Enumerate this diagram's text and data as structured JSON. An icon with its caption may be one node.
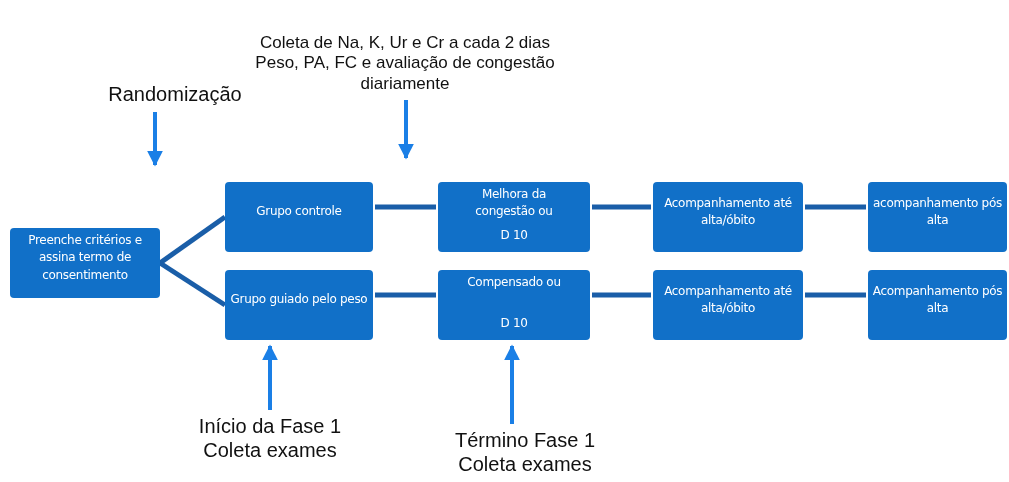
{
  "diagram": {
    "nodes": [
      {
        "text": [
          "Coleta de Na, K, Ur e Cr a cada 2 dias",
          "Peso, PA, FC e avaliação de congestão diariamente"
        ]
      },
      {
        "text": [
          "Randomização"
        ]
      },
      {
        "text": [
          "Preenche critérios e assina termo de consentimento"
        ]
      },
      {
        "text": [
          "Grupo controle"
        ]
      },
      {
        "text": [
          "Melhora da congestão ou",
          "D 10"
        ]
      },
      {
        "text": [
          "Acompanhamento até alta/óbito"
        ]
      },
      {
        "text": [
          "acompanhamento pós alta"
        ]
      },
      {
        "text": [
          "Grupo guiado pelo peso"
        ]
      },
      {
        "text": [
          "Compensado ou",
          "D 10"
        ]
      },
      {
        "text": [
          "Acompanhamento até alta/óbito"
        ]
      },
      {
        "text": [
          "Acompanhamento pós alta"
        ]
      },
      {
        "text": [
          "Início da Fase 1",
          "Coleta exames"
        ]
      },
      {
        "text": [
          "Término Fase 1",
          "Coleta exames"
        ]
      }
    ],
    "edges": [
      {
        "from": 2,
        "to": 3,
        "arrow": "none"
      },
      {
        "from": 2,
        "to": 7,
        "arrow": "none"
      },
      {
        "from": 3,
        "to": 4,
        "arrow": "none"
      },
      {
        "from": 4,
        "to": 5,
        "arrow": "none"
      },
      {
        "from": 5,
        "to": 6,
        "arrow": "none"
      },
      {
        "from": 7,
        "to": 8,
        "arrow": "none"
      },
      {
        "from": 8,
        "to": 9,
        "arrow": "none"
      },
      {
        "from": 9,
        "to": 10,
        "arrow": "none"
      },
      {
        "from": 1,
        "to": null,
        "arrow": "to",
        "color": "#1a7fe6"
      },
      {
        "from": 0,
        "to": null,
        "arrow": "to",
        "color": "#1a7fe6"
      },
      {
        "from": 11,
        "to": 7,
        "arrow": "to",
        "color": "#1a7fe6"
      },
      {
        "from": 12,
        "to": 8,
        "arrow": "to",
        "color": "#1a7fe6"
      }
    ]
  }
}
